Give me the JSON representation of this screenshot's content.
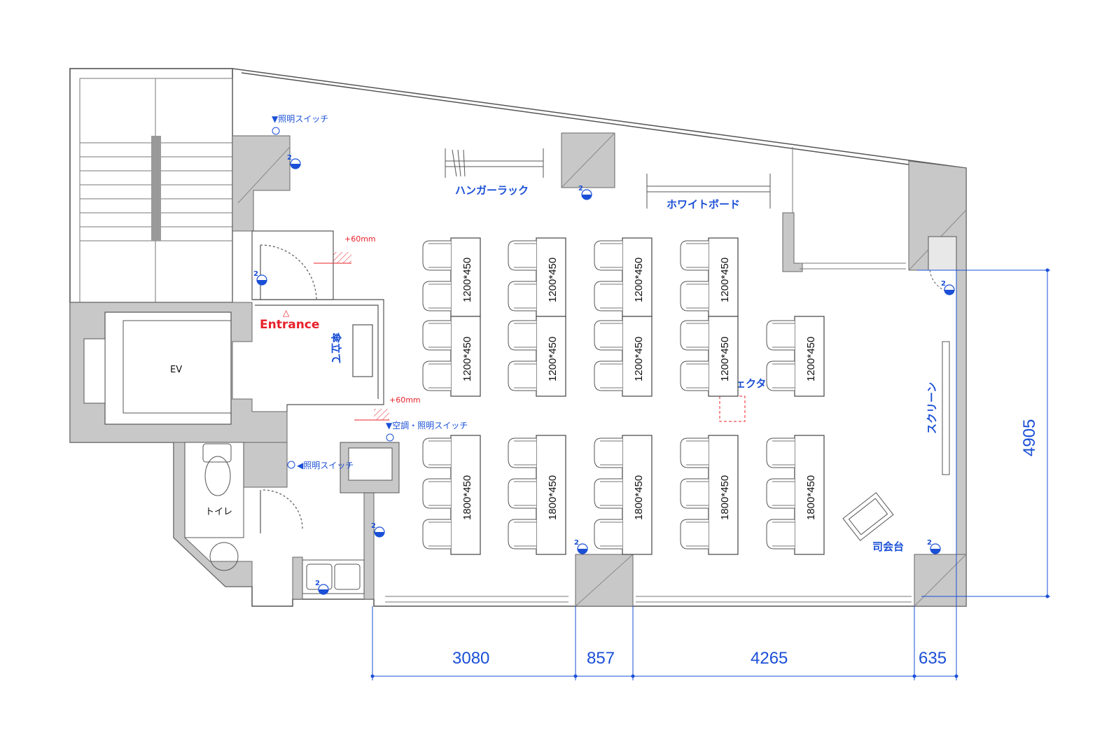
{
  "rooms": {
    "ev": "EV",
    "toilet": "トイレ"
  },
  "entrance": {
    "label": "Entrance",
    "marker": "△"
  },
  "labels": {
    "hanger_rack": "ハンガーラック",
    "whiteboard": "ホワイトボード",
    "projector": "天吊プロジェクター",
    "screen": "スクリーン",
    "podium": "司会台",
    "umbrella_stand": "傘立て",
    "light_switch_top": "▼照明スイッチ",
    "ac_light_switch": "▼空調・照明スイッチ",
    "light_switch_side": "◀照明スイッチ"
  },
  "level_notes": [
    "+60mm",
    "+60mm"
  ],
  "outlet_number": "2",
  "tables": {
    "small_size": "1200*450",
    "large_size": "1800*450"
  },
  "dimensions": {
    "bottom": [
      "3080",
      "857",
      "4265",
      "635"
    ],
    "right": "4905"
  },
  "colors": {
    "annotation": "#1a4fd6",
    "entrance": "#e8202a",
    "wall_fill": "#c8c8c8"
  }
}
